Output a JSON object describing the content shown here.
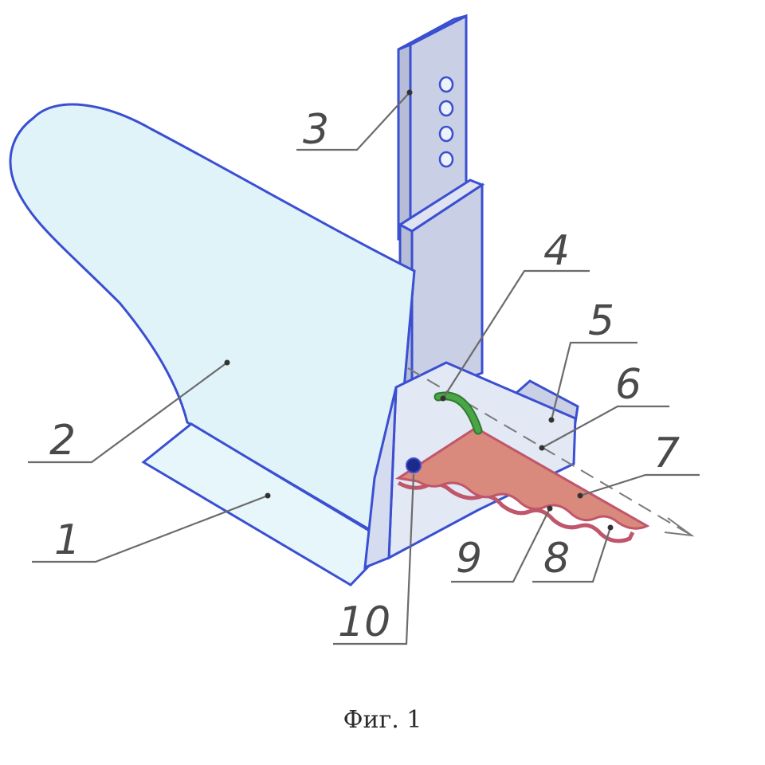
{
  "figure": {
    "caption": "Фиг. 1",
    "callouts": [
      "1",
      "2",
      "3",
      "4",
      "5",
      "6",
      "7",
      "8",
      "9",
      "10"
    ]
  },
  "colors": {
    "outline": "#3a4fd1",
    "moldboard_fill": "#dff3f9",
    "share_fill": "#e7f6fb",
    "shank_fill": "#c9cfe4",
    "shank_side": "#b7bdd6",
    "hole_fill": "#eef2fb",
    "bracket_fill": "#e3e8f5",
    "knife_fill": "#d98a7c",
    "knife_edge": "#c0566a",
    "tube": "#4aa547",
    "axis_line": "#7a7a7a",
    "leader_line": "#6b6b6b"
  }
}
